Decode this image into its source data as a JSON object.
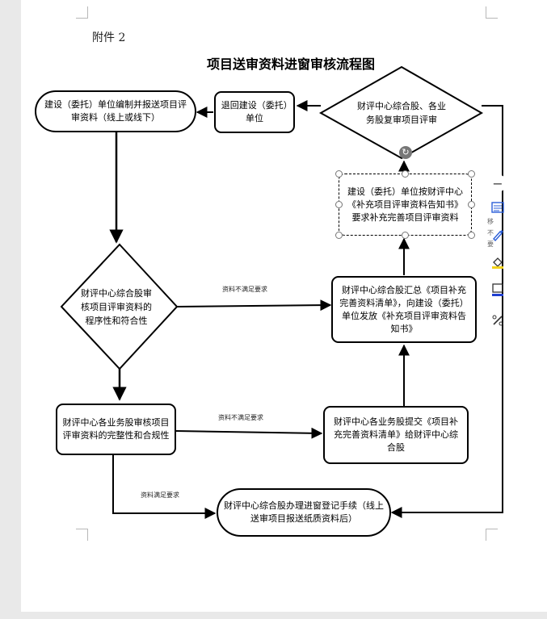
{
  "doc": {
    "attachment_label": "附件 2",
    "title": "项目送审资料进窗审核流程图"
  },
  "nodes": {
    "prepare": "建设（委托）单位编制并报送项目评审资料（线上或线下）",
    "return_unit": "退回建设（委托）单位",
    "review_decision": "财评中心综合股、各业务股复审项目评审",
    "supplement": "建设（委托）单位按财评中心《补充项目评审资料告知书》要求补充完善项目评审资料",
    "procedure_check": "财评中心综合股审核项目评审资料的程序性和符合性",
    "issue_notice": "财评中心综合股汇总《项目补充完善资料清单》，向建设（委托）单位发放《补充项目评审资料告知书》",
    "business_check": "财评中心各业务股审核项目评审资料的完整性和合规性",
    "submit_list": "财评中心各业务股提交《项目补充完善资料清单》给财评中心综合股",
    "register": "财评中心综合股办理进窗登记手续（线上送审项目报送纸质资料后）"
  },
  "edges": {
    "not_met_1": "资料不满足要求",
    "not_met_2": "资料不满足要求",
    "met": "资料满足要求"
  },
  "toolbar": {
    "minus": "−",
    "side_text": "移 不 要"
  },
  "colors": {
    "line": "#000000",
    "toolbar_icon": "#2a5ed8",
    "highlight": "#f2d21b"
  }
}
